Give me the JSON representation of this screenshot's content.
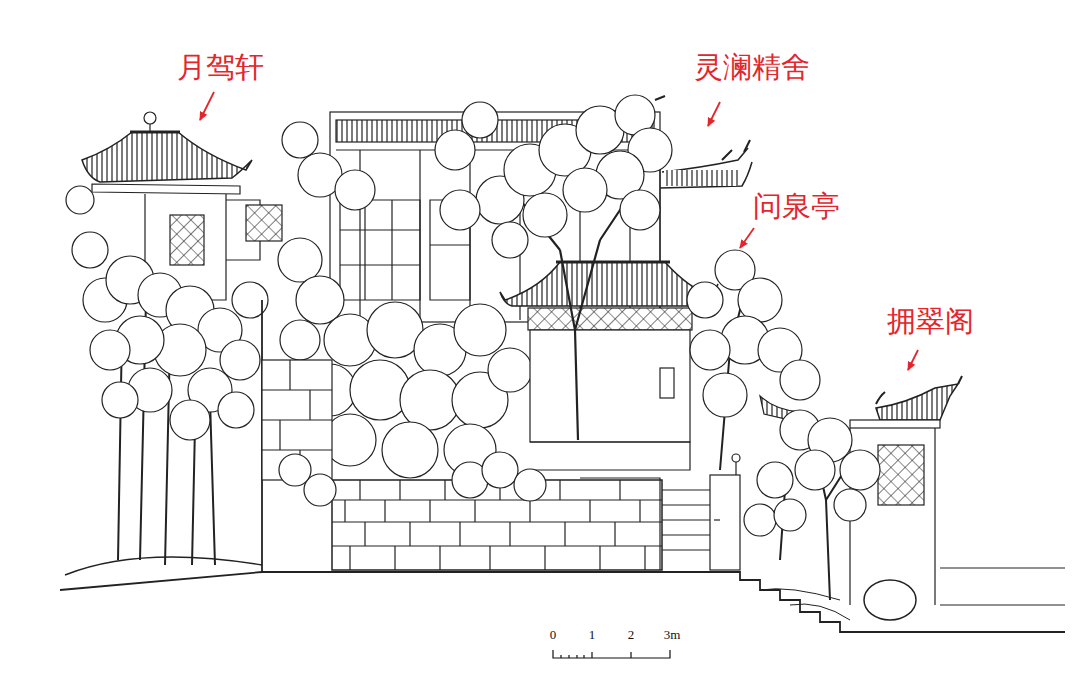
{
  "diagram": {
    "labels": [
      "月驾轩",
      "灵澜精舍",
      "问泉亭",
      "拥翠阁",
      "0",
      "1",
      "2",
      "3m"
    ]
  }
}
